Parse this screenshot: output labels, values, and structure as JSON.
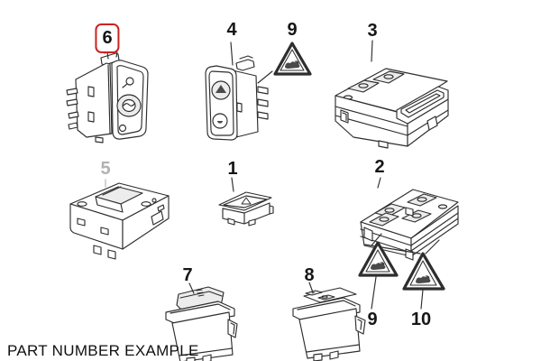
{
  "diagram": {
    "footer_label": "PART NUMBER EXAMPLE",
    "highlighted_part": "6",
    "highlight_box_color": "#cc2222",
    "muted_part": "5",
    "muted_label_color": "#b2b2b2",
    "line_color": "#2e2e2e",
    "labels": {
      "n1": "1",
      "n2": "2",
      "n3": "3",
      "n4": "4",
      "n5": "5",
      "n6": "6",
      "n7": "7",
      "n8": "8",
      "n9_top": "9",
      "n9_bottom": "9",
      "n10": "10"
    }
  }
}
